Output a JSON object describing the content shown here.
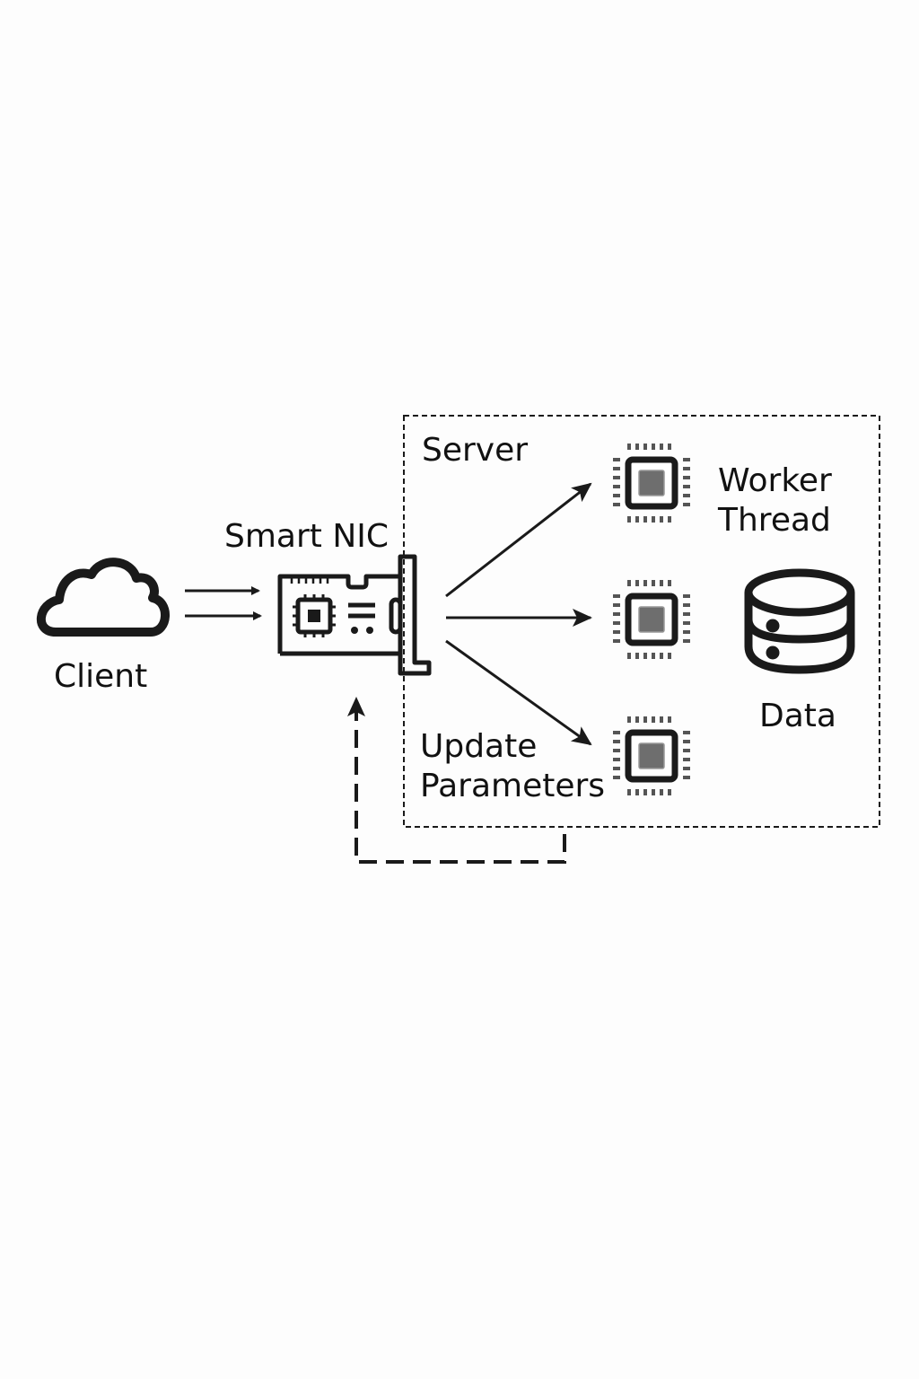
{
  "diagram": {
    "nodes": {
      "client": {
        "label": "Client",
        "icon": "cloud-icon"
      },
      "smart_nic": {
        "label": "Smart NIC",
        "icon": "network-card-icon"
      },
      "server": {
        "label": "Server",
        "icon": "dashed-boundary"
      },
      "worker_thread": {
        "label_line1": "Worker",
        "label_line2": "Thread",
        "icon": "cpu-chip-icon",
        "count": 3
      },
      "data": {
        "label": "Data",
        "icon": "database-icon"
      },
      "update_parameters": {
        "label_line1": "Update",
        "label_line2": "Parameters"
      }
    },
    "edges": [
      {
        "from": "client",
        "to": "smart_nic",
        "style": "solid",
        "count": 2
      },
      {
        "from": "smart_nic",
        "to": "worker_thread_1",
        "style": "solid"
      },
      {
        "from": "smart_nic",
        "to": "worker_thread_2",
        "style": "solid"
      },
      {
        "from": "smart_nic",
        "to": "worker_thread_3",
        "style": "solid"
      },
      {
        "from": "server",
        "to": "smart_nic",
        "style": "dashed",
        "label": "Update Parameters"
      }
    ],
    "colors": {
      "stroke": "#1a1a1a",
      "chip_core": "#6e6e6e",
      "background": "#fdfdfd"
    }
  }
}
